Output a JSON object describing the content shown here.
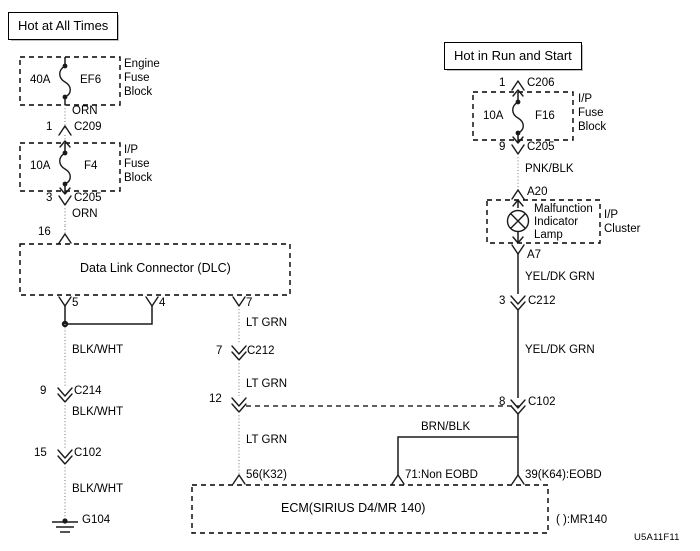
{
  "diagram": {
    "reference_id": "U5A11F11",
    "note": "( ):MR140",
    "power_sources": [
      {
        "id": "hot-all-times",
        "label": "Hot at All Times"
      },
      {
        "id": "hot-run-start",
        "label": "Hot in Run and Start"
      }
    ],
    "blocks": [
      {
        "id": "engine-fuse-block",
        "title": "Engine\nFuse\nBlock",
        "lines": [
          "Engine",
          "Fuse",
          "Block"
        ],
        "fuse_rating": "40A",
        "fuse_id": "EF6"
      },
      {
        "id": "ip-fuse-block-left",
        "title": "I/P\nFuse\nBlock",
        "lines": [
          "I/P",
          "Fuse",
          "Block"
        ],
        "fuse_rating": "10A",
        "fuse_id": "F4"
      },
      {
        "id": "ip-fuse-block-right",
        "title": "I/P\nFuse\nBlock",
        "lines": [
          "I/P",
          "Fuse",
          "Block"
        ],
        "fuse_rating": "10A",
        "fuse_id": "F16"
      },
      {
        "id": "ip-cluster",
        "lines": [
          "I/P",
          "Cluster"
        ],
        "component": [
          "Malfunction",
          "Indicator",
          "Lamp"
        ]
      },
      {
        "id": "dlc",
        "label": "Data Link Connector (DLC)"
      },
      {
        "id": "ecm",
        "label": "ECM(SIRIUS D4/MR 140)"
      }
    ],
    "wires": [
      {
        "id": "orn-1",
        "color": "ORN"
      },
      {
        "id": "orn-2",
        "color": "ORN"
      },
      {
        "id": "blk-wht-1",
        "color": "BLK/WHT"
      },
      {
        "id": "blk-wht-2",
        "color": "BLK/WHT"
      },
      {
        "id": "blk-wht-3",
        "color": "BLK/WHT"
      },
      {
        "id": "lt-grn-1",
        "color": "LT GRN"
      },
      {
        "id": "lt-grn-2",
        "color": "LT GRN"
      },
      {
        "id": "lt-grn-3",
        "color": "LT GRN"
      },
      {
        "id": "pnk-blk",
        "color": "PNK/BLK"
      },
      {
        "id": "yel-dk-grn-1",
        "color": "YEL/DK GRN"
      },
      {
        "id": "yel-dk-grn-2",
        "color": "YEL/DK GRN"
      },
      {
        "id": "brn-blk",
        "color": "BRN/BLK"
      }
    ],
    "connectors": [
      {
        "id": "c209",
        "pin": "1",
        "name": "C209"
      },
      {
        "id": "c205-left",
        "pin": "3",
        "name": "C205"
      },
      {
        "id": "dlc-16",
        "pin": "16",
        "name": ""
      },
      {
        "id": "dlc-5",
        "pin": "5",
        "name": ""
      },
      {
        "id": "dlc-4",
        "pin": "4",
        "name": ""
      },
      {
        "id": "dlc-7",
        "pin": "7",
        "name": ""
      },
      {
        "id": "c214",
        "pin": "9",
        "name": "C214"
      },
      {
        "id": "c102-left",
        "pin": "15",
        "name": "C102"
      },
      {
        "id": "c212-mid-7",
        "pin": "7",
        "name": "C212"
      },
      {
        "id": "splice-12",
        "pin": "12",
        "name": ""
      },
      {
        "id": "ecm-56",
        "pin": "",
        "name": "56(K32)"
      },
      {
        "id": "ecm-71",
        "pin": "",
        "name": "71:Non EOBD"
      },
      {
        "id": "ecm-39",
        "pin": "",
        "name": "39(K64):EOBD"
      },
      {
        "id": "c206",
        "pin": "1",
        "name": "C206"
      },
      {
        "id": "c205-right",
        "pin": "9",
        "name": "C205"
      },
      {
        "id": "a20",
        "pin": "",
        "name": "A20"
      },
      {
        "id": "a7",
        "pin": "",
        "name": "A7"
      },
      {
        "id": "c212-right-3",
        "pin": "3",
        "name": "C212"
      },
      {
        "id": "c102-right-8",
        "pin": "8",
        "name": "C102"
      }
    ],
    "grounds": [
      {
        "id": "g104",
        "name": "G104"
      }
    ]
  }
}
